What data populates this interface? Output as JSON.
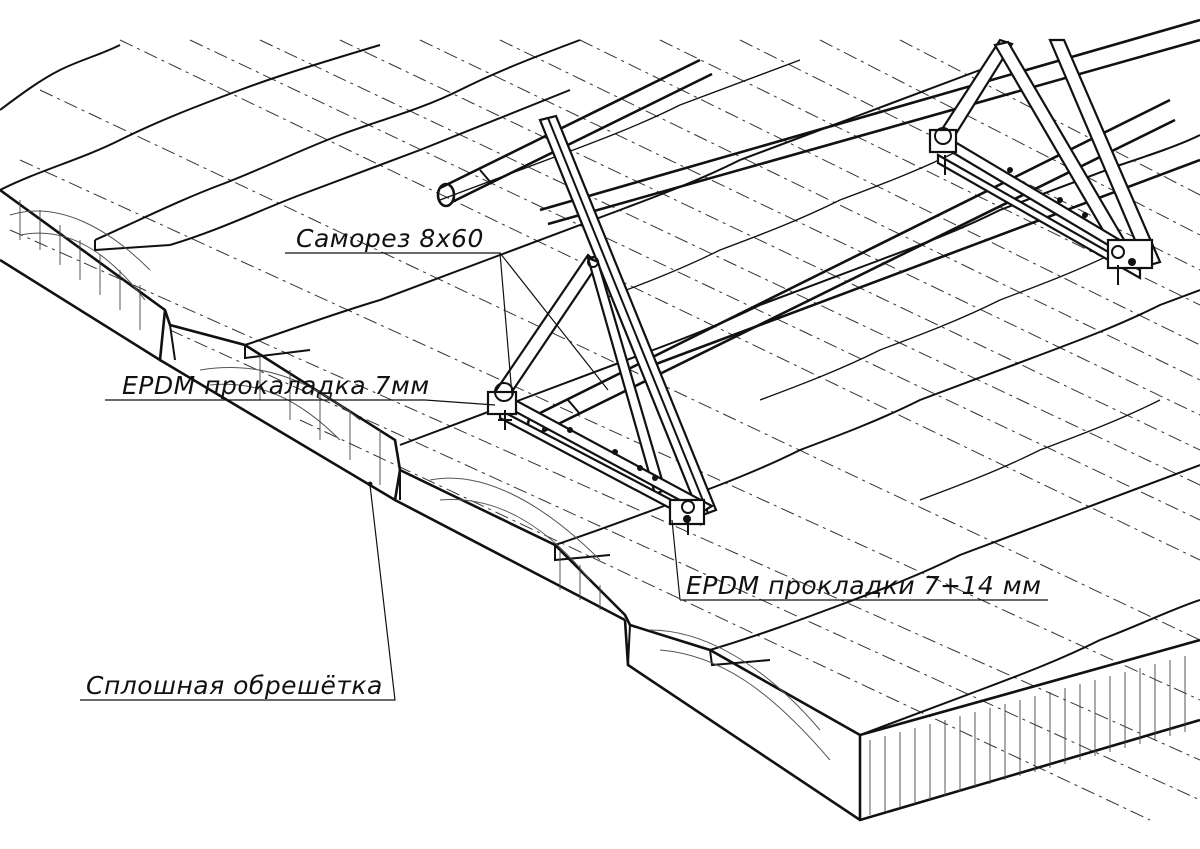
{
  "drawing": {
    "callouts": [
      {
        "id": "self-tapping-screw",
        "text": "Саморез 8х60"
      },
      {
        "id": "epdm-gasket",
        "text": "EPDM прокаладка 7мм"
      },
      {
        "id": "epdm-gaskets-pair",
        "text": "EPDM прокладки 7+14 мм"
      },
      {
        "id": "solid-sheathing",
        "text": "Сплошная обрешётка"
      }
    ]
  }
}
